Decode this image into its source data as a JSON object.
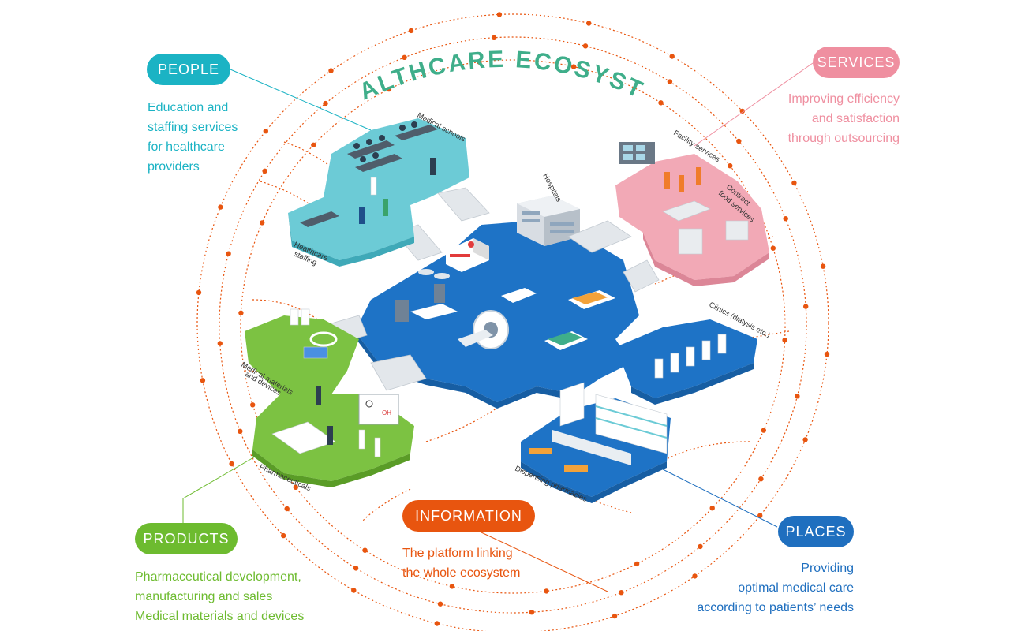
{
  "title": "HEALTHCARE ECOSYSTEM",
  "colors": {
    "people": "#1bb3c4",
    "services": "#ef8fa0",
    "products": "#6dbb2f",
    "information": "#e8550f",
    "places": "#1f6fbf",
    "title": "#3fae8a",
    "ring": "#e8550f"
  },
  "categories": {
    "people": {
      "label": "PEOPLE",
      "desc": [
        "Education and",
        "staffing services",
        "for healthcare",
        "providers"
      ]
    },
    "services": {
      "label": "SERVICES",
      "desc": [
        "Improving efficiency",
        "and satisfaction",
        "through outsourcing"
      ]
    },
    "products": {
      "label": "PRODUCTS",
      "desc": [
        "Pharmaceutical development,",
        "manufacturing and sales",
        "Medical materials and devices"
      ]
    },
    "information": {
      "label": "INFORMATION",
      "desc": [
        "The platform linking",
        "the whole ecosystem"
      ]
    },
    "places": {
      "label": "PLACES",
      "desc": [
        "Providing",
        "optimal medical care",
        "according to patients’ needs"
      ]
    }
  },
  "areas": {
    "medical_schools": "Medical schools",
    "healthcare_staffing_1": "Healthcare",
    "healthcare_staffing_2": "staffing",
    "hospitals": "Hospitals",
    "facility_services": "Facility services",
    "contract_food_1": "Contract",
    "contract_food_2": "food services",
    "clinics": "Clinics (dialysis etc.)",
    "medical_materials_1": "Medical materials",
    "medical_materials_2": "and devices",
    "pharmaceuticals": "Pharmaceuticals",
    "dispensing_pharmacies": "Dispensing pharmacies"
  },
  "board_text": "OH"
}
